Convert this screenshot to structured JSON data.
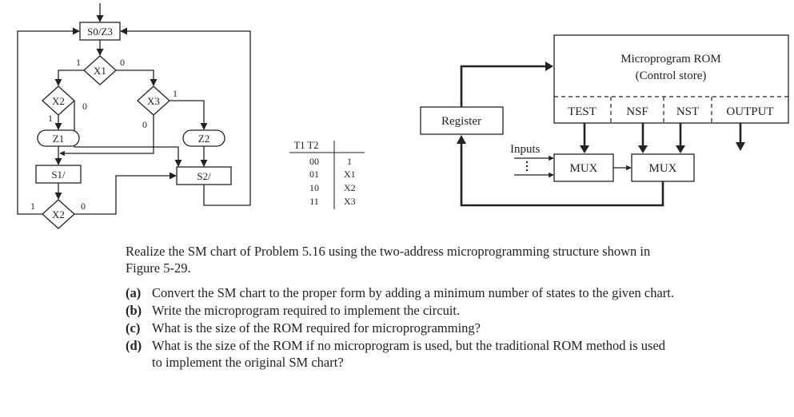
{
  "sm_chart": {
    "state_s0": "S0/Z3",
    "state_s1": "S1/",
    "state_s2": "S2/",
    "cond_x1": "X1",
    "cond_x2_top": "X2",
    "cond_x3": "X3",
    "cond_x2_bottom": "X2",
    "output_z1": "Z1",
    "output_z2": "Z2",
    "label_x1_true": "1",
    "label_x1_false": "0",
    "label_x2_true": "1",
    "label_x2_false": "0",
    "label_x3_true": "1",
    "label_x3_false": "0",
    "label_x2b_true": "1",
    "label_x2b_false": "0"
  },
  "test_table": {
    "header": "T1 T2",
    "rows": [
      {
        "code": "00",
        "value": "1"
      },
      {
        "code": "01",
        "value": "X1"
      },
      {
        "code": "10",
        "value": "X2"
      },
      {
        "code": "11",
        "value": "X3"
      }
    ]
  },
  "block_diagram": {
    "rom_title": "Microprogram ROM",
    "rom_subtitle": "(Control store)",
    "fields": [
      "TEST",
      "NSF",
      "NST",
      "OUTPUT"
    ],
    "register": "Register",
    "inputs": "Inputs",
    "mux1": "MUX",
    "mux2": "MUX"
  },
  "problem": {
    "intro": "Realize the SM chart of Problem 5.16 using the two-address microprogramming structure shown in Figure 5-29.",
    "items": [
      {
        "tag": "(a)",
        "text": "Convert the SM chart to the proper form by adding a minimum number of states to the given chart."
      },
      {
        "tag": "(b)",
        "text": "Write the microprogram required to implement the circuit."
      },
      {
        "tag": "(c)",
        "text": "What is the size of the ROM required for microprogramming?"
      },
      {
        "tag": "(d)",
        "text": "What is the size of the ROM if no microprogram is used, but the traditional ROM method is used to implement the original SM chart?"
      }
    ]
  }
}
